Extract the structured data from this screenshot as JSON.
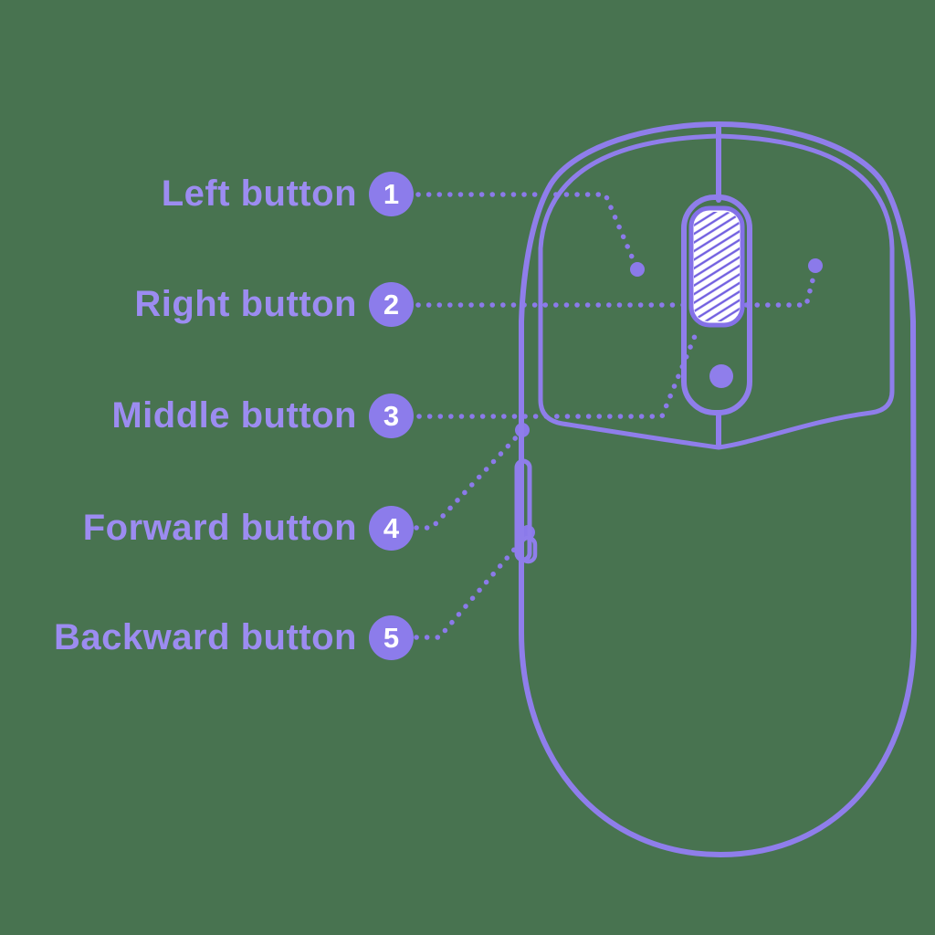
{
  "diagram": {
    "subject": "mouse-buttons-top-view",
    "callouts": [
      {
        "number": "1",
        "label": "Left button"
      },
      {
        "number": "2",
        "label": "Right button"
      },
      {
        "number": "3",
        "label": "Middle button"
      },
      {
        "number": "4",
        "label": "Forward button"
      },
      {
        "number": "5",
        "label": "Backward button"
      }
    ]
  },
  "colors": {
    "background": "#487350",
    "line": "#8f7eeb",
    "leader_dots": "#8b7aea",
    "label_text": "#9c8cf1",
    "badge_fill": "#8c7ceb",
    "badge_text": "#ffffff",
    "wheel_fill": "#ffffff",
    "wheel_border": "#8471e8",
    "wheel_hatch": "#7260e0"
  }
}
